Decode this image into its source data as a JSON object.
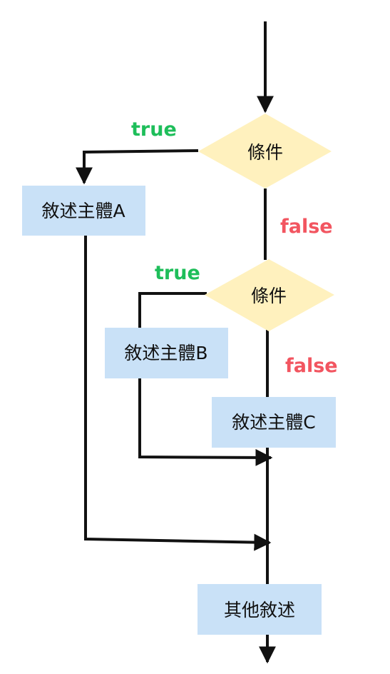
{
  "flowchart": {
    "condition_1": {
      "label": "條件"
    },
    "condition_2": {
      "label": "條件"
    },
    "statement_a": {
      "label": "敘述主體A"
    },
    "statement_b": {
      "label": "敘述主體B"
    },
    "statement_c": {
      "label": "敘述主體C"
    },
    "other_statements": {
      "label": "其他敘述"
    },
    "condition_1_true_label": "true",
    "condition_1_false_label": "false",
    "condition_2_true_label": "true",
    "condition_2_false_label": "false"
  },
  "colors": {
    "decision_fill": "#FFF1BE",
    "process_fill": "#C9E1F7",
    "true_label": "#1EBE5A",
    "false_label": "#F25560",
    "line": "#111111"
  }
}
